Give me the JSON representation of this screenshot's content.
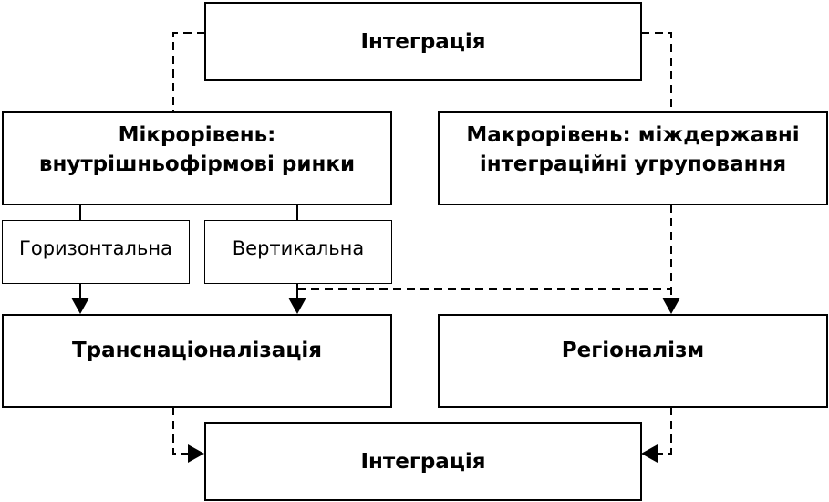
{
  "diagram": {
    "top": "Інтеграція",
    "micro": {
      "line1": "Мікрорівень:",
      "line2": "внутрішньофірмові ринки"
    },
    "macro": {
      "line1": "Макрорівень: міждержавні",
      "line2": "інтеграційні угруповання"
    },
    "horizontal": "Горизонтальна",
    "vertical": "Вертикальна",
    "transnational": "Транснаціоналізація",
    "regionalism": "Регіоналізм",
    "bottom": "Інтеграція"
  }
}
